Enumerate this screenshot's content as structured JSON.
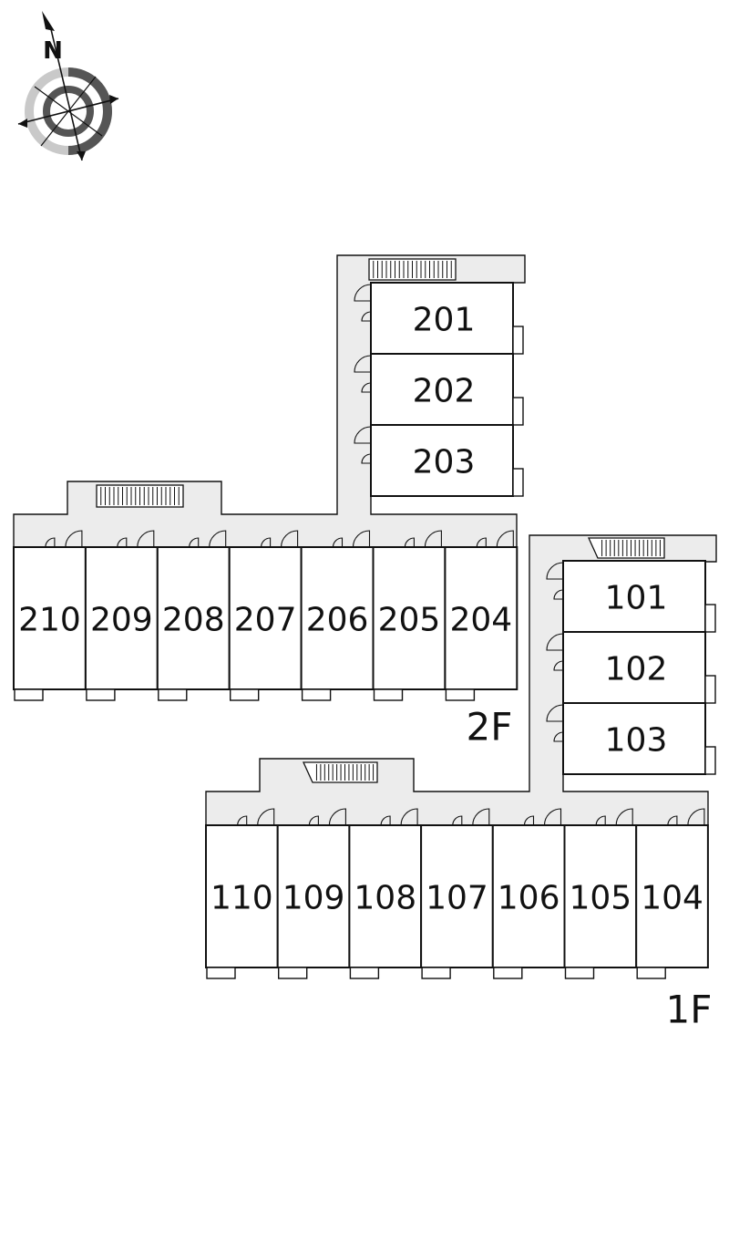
{
  "compass": {
    "north_label": "N"
  },
  "floor2": {
    "label": "2F",
    "wing_units": [
      "201",
      "202",
      "203"
    ],
    "row_units": [
      "210",
      "209",
      "208",
      "207",
      "206",
      "205",
      "204"
    ]
  },
  "floor1": {
    "label": "1F",
    "wing_units": [
      "101",
      "102",
      "103"
    ],
    "row_units": [
      "110",
      "109",
      "108",
      "107",
      "106",
      "105",
      "104"
    ]
  },
  "colors": {
    "corridor": "#ececec",
    "line": "#111111"
  }
}
